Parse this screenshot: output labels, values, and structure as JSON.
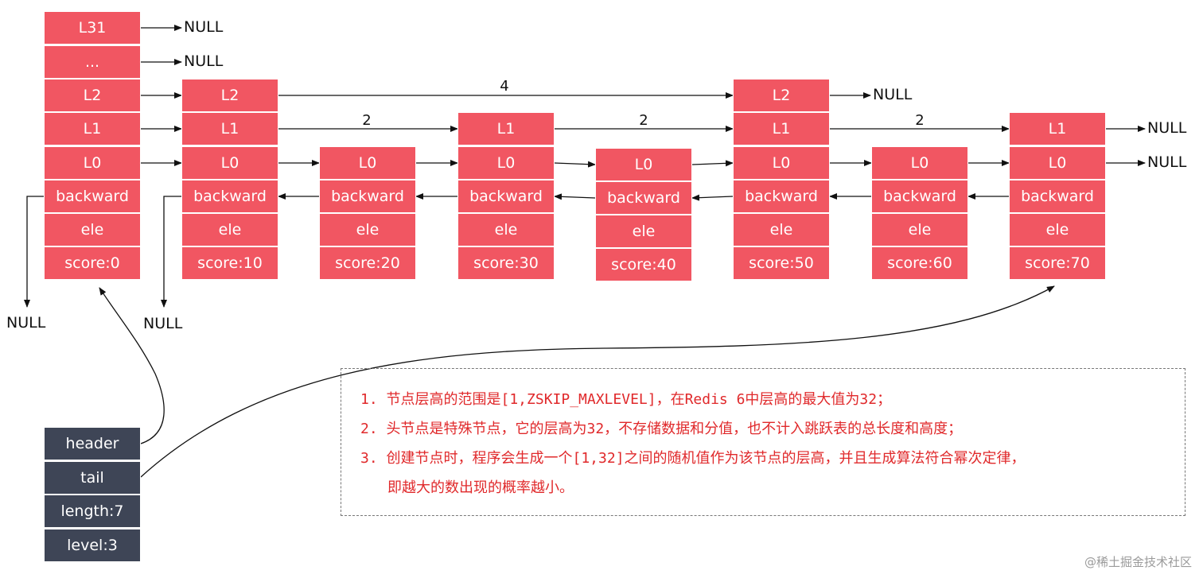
{
  "header_node": {
    "levels": [
      "L31",
      "...",
      "L2",
      "L1",
      "L0"
    ],
    "backward": "backward",
    "ele": "ele",
    "score": "score:0"
  },
  "nodes": [
    {
      "levels": [
        "L2",
        "L1",
        "L0"
      ],
      "backward": "backward",
      "ele": "ele",
      "score": "score:10"
    },
    {
      "levels": [
        "L0"
      ],
      "backward": "backward",
      "ele": "ele",
      "score": "score:20"
    },
    {
      "levels": [
        "L1",
        "L0"
      ],
      "backward": "backward",
      "ele": "ele",
      "score": "score:30"
    },
    {
      "levels": [
        "L0"
      ],
      "backward": "backward",
      "ele": "ele",
      "score": "score:40"
    },
    {
      "levels": [
        "L2",
        "L1",
        "L0"
      ],
      "backward": "backward",
      "ele": "ele",
      "score": "score:50"
    },
    {
      "levels": [
        "L0"
      ],
      "backward": "backward",
      "ele": "ele",
      "score": "score:60"
    },
    {
      "levels": [
        "L1",
        "L0"
      ],
      "backward": "backward",
      "ele": "ele",
      "score": "score:70"
    }
  ],
  "span_labels": [
    "4",
    "2",
    "2",
    "2"
  ],
  "null_label": "NULL",
  "list_struct": {
    "header": "header",
    "tail": "tail",
    "length": "length:7",
    "level": "level:3"
  },
  "notes": [
    "1. 节点层高的范围是[1,ZSKIP_MAXLEVEL]，在Redis 6中层高的最大值为32；",
    "2. 头节点是特殊节点，它的层高为32，不存储数据和分值，也不计入跳跃表的总长度和高度；",
    "3. 创建节点时，程序会生成一个[1,32]之间的随机值作为该节点的层高，并且生成算法符合幂次定律，",
    "即越大的数出现的概率越小。"
  ],
  "watermark": "@稀土掘金技术社区",
  "colors": {
    "node": "#f15662",
    "list_struct": "#3e4556",
    "notes_text": "#e0292b",
    "arrow": "#111111"
  }
}
